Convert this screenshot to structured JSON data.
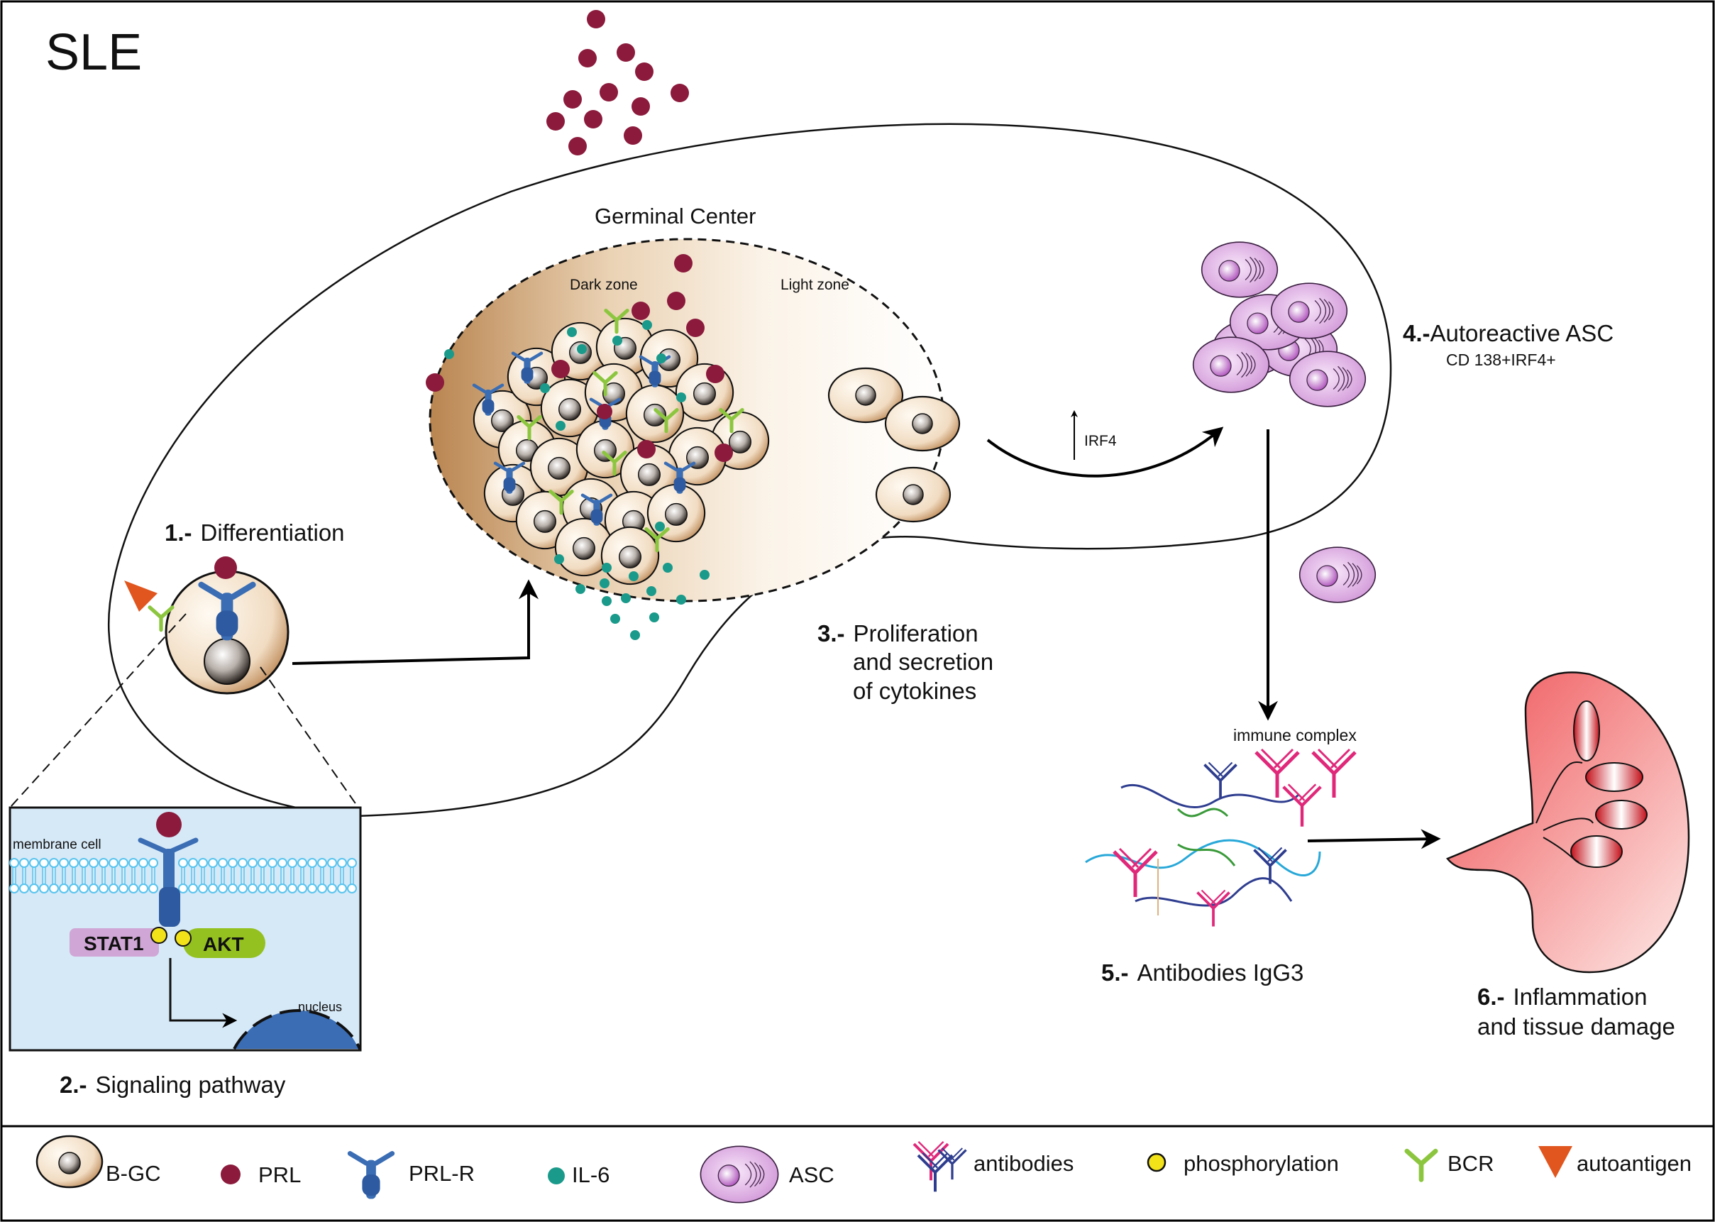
{
  "title": "SLE",
  "germinal_center": {
    "label": "Germinal Center",
    "dark_zone": "Dark zone",
    "light_zone": "Light zone"
  },
  "irf4_label": "IRF4",
  "membrane_label": "membrane cell",
  "nucleus_label": "nucleus",
  "stat1_label": "STAT1",
  "akt_label": "AKT",
  "immune_complex_label": "immune complex",
  "steps": {
    "s1": {
      "num": "1.-",
      "text": "Differentiation"
    },
    "s2": {
      "num": "2.-",
      "text": "Signaling pathway"
    },
    "s3": {
      "num": "3.-",
      "line1": "Proliferation",
      "line2": "and secretion",
      "line3": "of cytokines"
    },
    "s4": {
      "num": "4.-",
      "text": "Autoreactive ASC",
      "sub": "CD 138+IRF4+"
    },
    "s5": {
      "num": "5.-",
      "text": "Antibodies IgG3"
    },
    "s6": {
      "num": "6.-",
      "line1": "Inflammation",
      "line2": "and tissue damage"
    }
  },
  "legend": {
    "bgc": "B-GC",
    "prl": "PRL",
    "prlr": "PRL-R",
    "il6": "IL-6",
    "asc": "ASC",
    "antibodies": "antibodies",
    "phosphorylation": "phosphorylation",
    "bcr": "BCR",
    "autoantigen": "autoantigen"
  },
  "colors": {
    "prl": "#8b1a3c",
    "prlr": "#3a6db4",
    "il6": "#1a9a8a",
    "bcr": "#8cc63f",
    "asc": "#d9a8dd",
    "autoantigen": "#e0561e",
    "phospho": "#f2e21a",
    "membrane": "#58c4ee",
    "panel_bg": "#d6e9f7",
    "tissue": "#e8464a"
  }
}
